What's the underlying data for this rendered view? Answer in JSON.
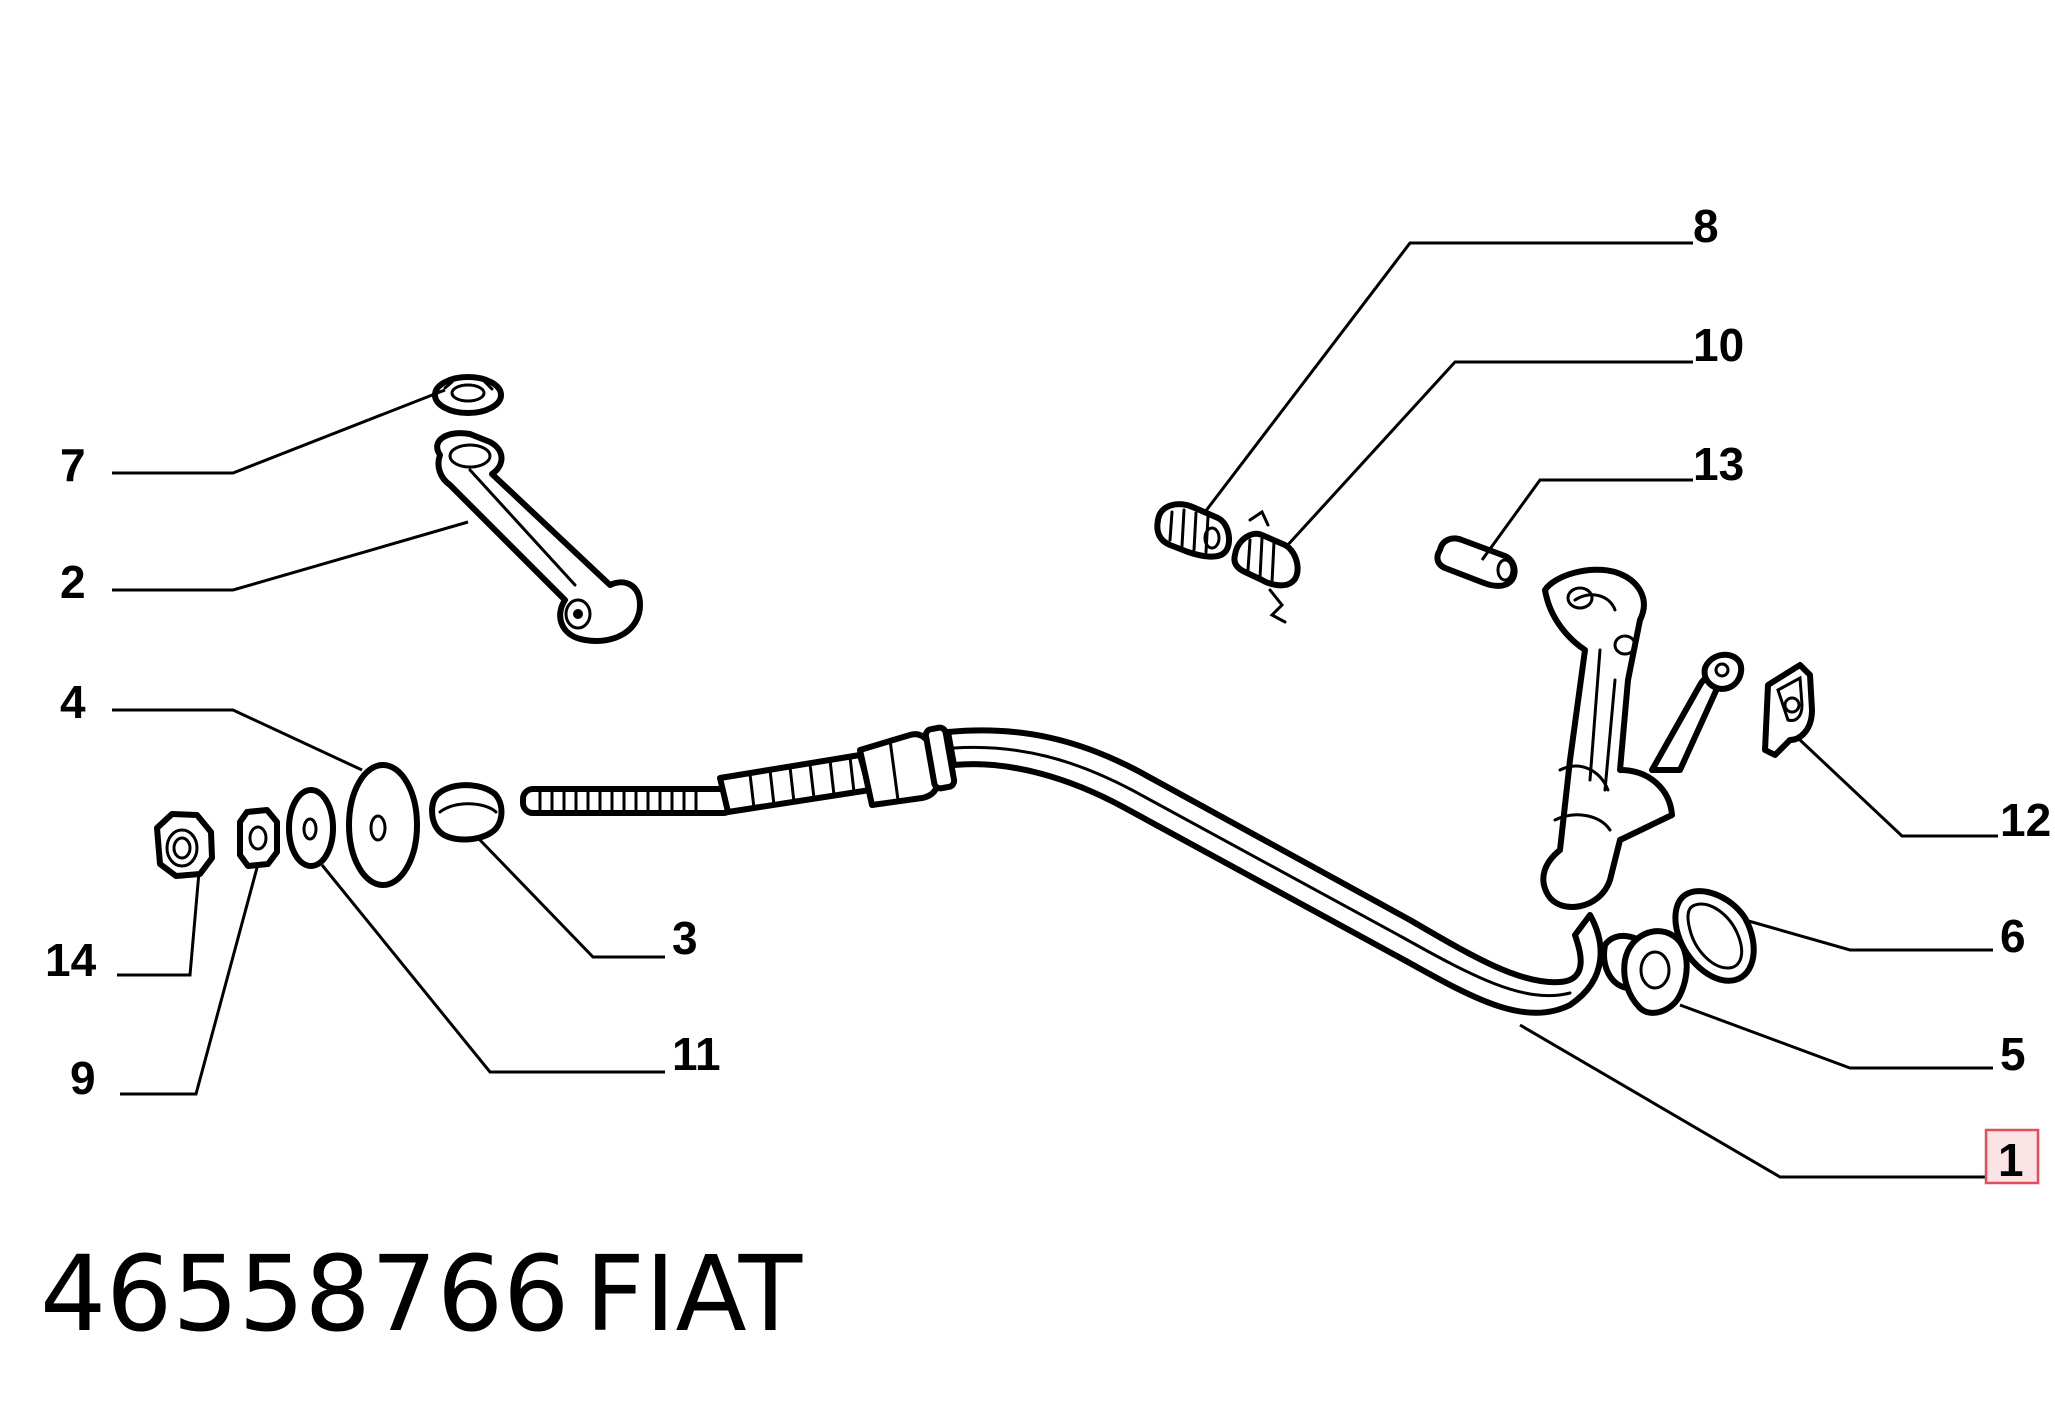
{
  "callouts": [
    {
      "id": "p7",
      "label": "7"
    },
    {
      "id": "p2",
      "label": "2"
    },
    {
      "id": "p4",
      "label": "4"
    },
    {
      "id": "p14",
      "label": "14"
    },
    {
      "id": "p9",
      "label": "9"
    },
    {
      "id": "p3",
      "label": "3"
    },
    {
      "id": "p11",
      "label": "11"
    },
    {
      "id": "p8",
      "label": "8"
    },
    {
      "id": "p10",
      "label": "10"
    },
    {
      "id": "p13",
      "label": "13"
    },
    {
      "id": "p12",
      "label": "12"
    },
    {
      "id": "p6",
      "label": "6"
    },
    {
      "id": "p5",
      "label": "5"
    },
    {
      "id": "p1",
      "label": "1",
      "highlighted": true
    }
  ],
  "footer": {
    "part_number": "46558766",
    "brand": "FIAT"
  },
  "colors": {
    "line": "#000000",
    "background": "#ffffff",
    "highlight_fill": "#fbe3e6",
    "highlight_border": "#e0505a"
  }
}
